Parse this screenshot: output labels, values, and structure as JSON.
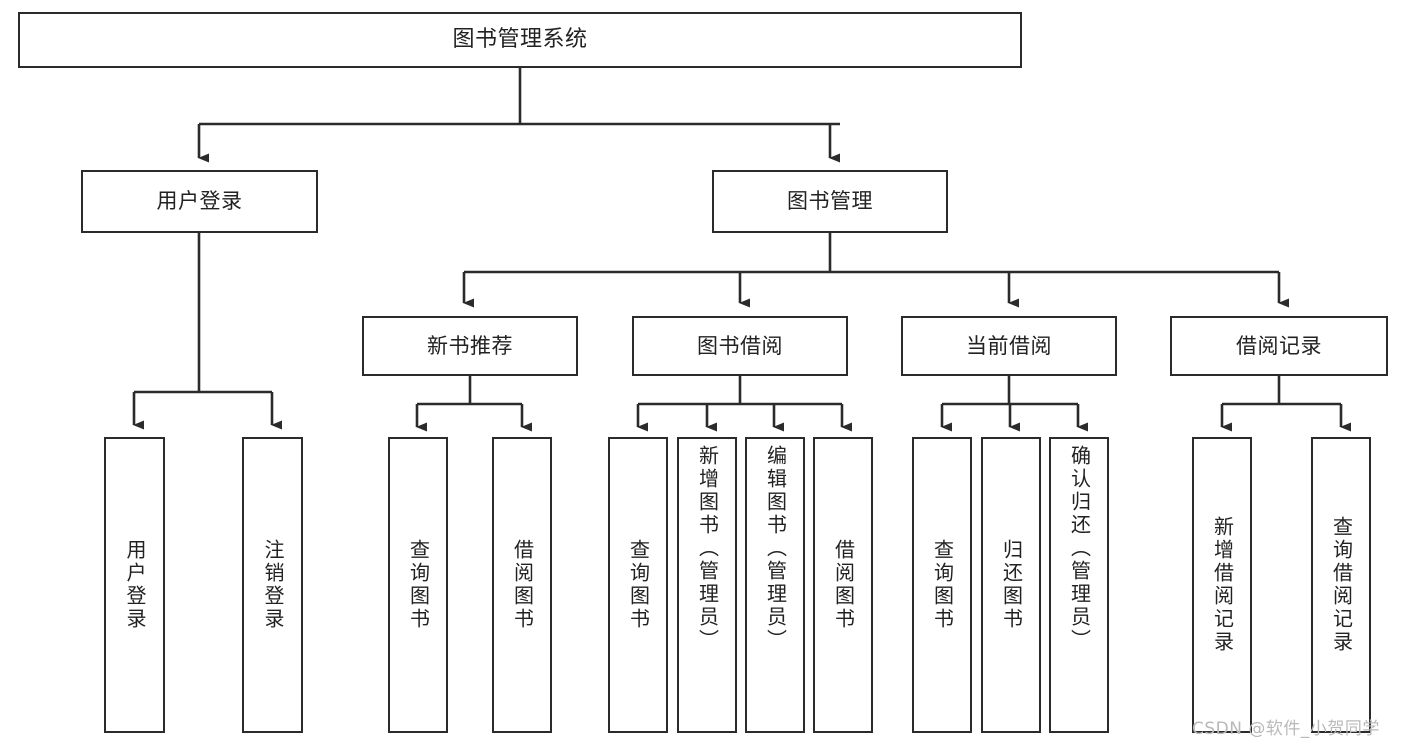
{
  "diagram": {
    "title": "图书管理系统",
    "watermark": "CSDN @软件_小贺同学",
    "line_color": "#2b2b2b",
    "box_fill": "#ffffff",
    "text_color": "#222222",
    "root": {
      "label": "图书管理系统"
    },
    "level2": [
      {
        "label": "用户登录"
      },
      {
        "label": "图书管理"
      }
    ],
    "level3": [
      {
        "label": "新书推荐"
      },
      {
        "label": "图书借阅"
      },
      {
        "label": "当前借阅"
      },
      {
        "label": "借阅记录"
      }
    ],
    "leaves": {
      "user_login": [
        {
          "label": "用户登录"
        },
        {
          "label": "注销登录"
        }
      ],
      "new_book_recommend": [
        {
          "label": "查询图书"
        },
        {
          "label": "借阅图书"
        }
      ],
      "book_borrow": [
        {
          "label": "查询图书"
        },
        {
          "label": "新增图书（管理员）"
        },
        {
          "label": "编辑图书（管理员）"
        },
        {
          "label": "借阅图书"
        }
      ],
      "current_borrow": [
        {
          "label": "查询图书"
        },
        {
          "label": "归还图书"
        },
        {
          "label": "确认归还（管理员）"
        }
      ],
      "borrow_records": [
        {
          "label": "新增借阅记录"
        },
        {
          "label": "查询借阅记录"
        }
      ]
    }
  }
}
